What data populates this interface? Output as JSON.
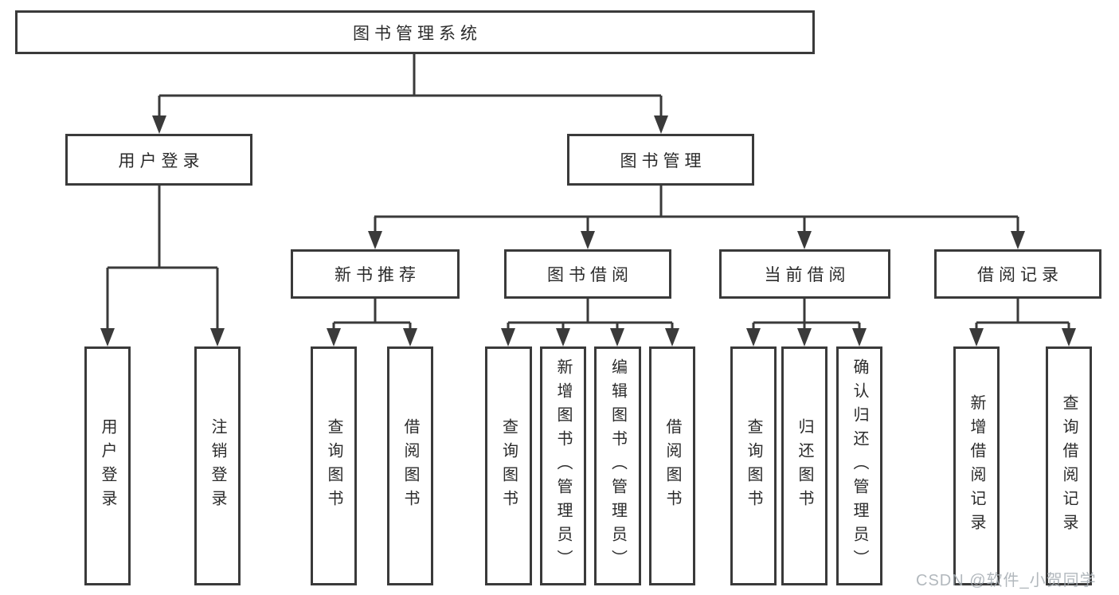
{
  "diagram_title": "图书管理系统",
  "watermark": "CSDN @软件_小贺同学",
  "colors": {
    "line": "#3a3a3a",
    "text": "#2b2b2b",
    "watermark": "#a5abb2",
    "background": "#ffffff"
  },
  "tree": {
    "label": "图书管理系统",
    "children": [
      {
        "label": "用户登录",
        "children": [
          {
            "label": "用户登录"
          },
          {
            "label": "注销登录"
          }
        ]
      },
      {
        "label": "图书管理",
        "children": [
          {
            "label": "新书推荐",
            "children": [
              {
                "label": "查询图书"
              },
              {
                "label": "借阅图书"
              }
            ]
          },
          {
            "label": "图书借阅",
            "children": [
              {
                "label": "查询图书"
              },
              {
                "label": "新增图书（管理员）"
              },
              {
                "label": "编辑图书（管理员）"
              },
              {
                "label": "借阅图书"
              }
            ]
          },
          {
            "label": "当前借阅",
            "children": [
              {
                "label": "查询图书"
              },
              {
                "label": "归还图书"
              },
              {
                "label": "确认归还（管理员）"
              }
            ]
          },
          {
            "label": "借阅记录",
            "children": [
              {
                "label": "新增借阅记录"
              },
              {
                "label": "查询借阅记录"
              }
            ]
          }
        ]
      }
    ]
  }
}
